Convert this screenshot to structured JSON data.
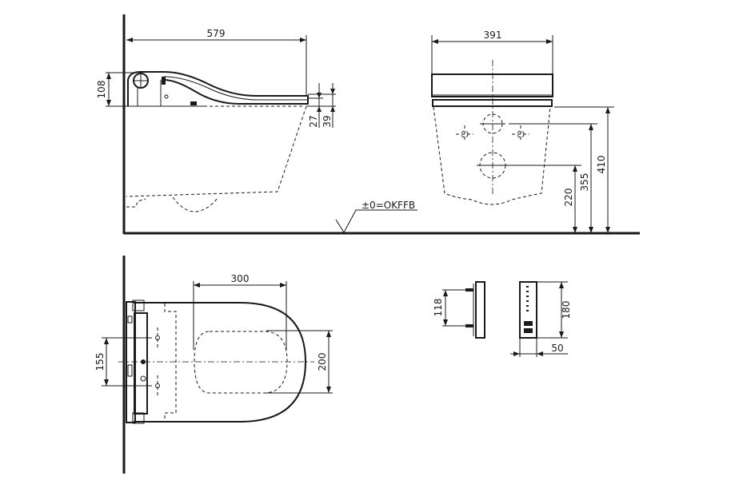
{
  "drawing": {
    "title": "Wall-hung shower toilet technical dimension drawing",
    "colors": {
      "line": "#1a1a1a",
      "background": "#ffffff"
    },
    "side_view": {
      "length": "579",
      "seat_height": "108",
      "dim_27": "27",
      "dim_39": "39",
      "floor_reference": "±0=OKFFB"
    },
    "front_view": {
      "width": "391",
      "height_top": "410",
      "height_inlet": "355",
      "height_outlet": "220"
    },
    "top_view": {
      "seat_opening_length": "300",
      "seat_opening_width": "200",
      "fixing_distance": "155"
    },
    "remote_bracket": {
      "bracket_spacing": "118",
      "remote_height": "180",
      "remote_width": "50"
    }
  }
}
